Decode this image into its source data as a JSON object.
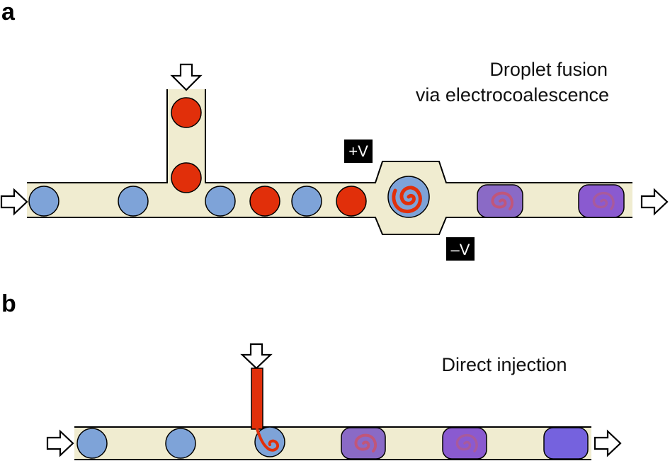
{
  "panel_a": {
    "letter": "a",
    "caption_line1": "Droplet fusion",
    "caption_line2": "via electrocoalescence",
    "positive_electrode": "+V",
    "negative_electrode": "–V"
  },
  "panel_b": {
    "letter": "b",
    "caption": "Direct injection"
  },
  "colors": {
    "channel_fill": "#f0ecd0",
    "blue_droplet": "#7ea3d8",
    "red_droplet": "#e12f0a",
    "mixing_droplet": "#8a6ac6",
    "mixed_droplet": "#8a5ad0",
    "final_droplet": "#7562de",
    "electrode_label_bg": "#000000"
  }
}
